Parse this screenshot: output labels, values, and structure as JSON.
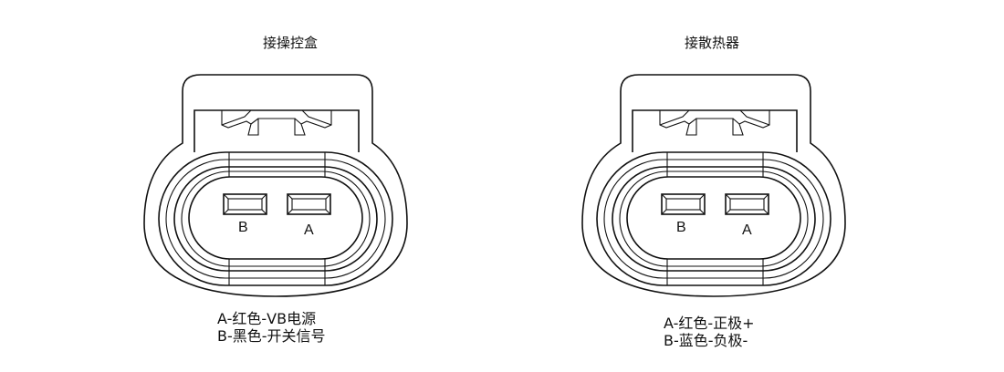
{
  "connectors": [
    {
      "title": "接操控盒",
      "pins": {
        "b": "B",
        "a": "A"
      },
      "legend": [
        "A-红色-VB电源",
        "B-黑色-开关信号"
      ]
    },
    {
      "title": "接散热器",
      "pins": {
        "b": "B",
        "a": "A"
      },
      "legend": [
        "A-红色-正极+",
        "B-蓝色-负极-"
      ]
    }
  ]
}
